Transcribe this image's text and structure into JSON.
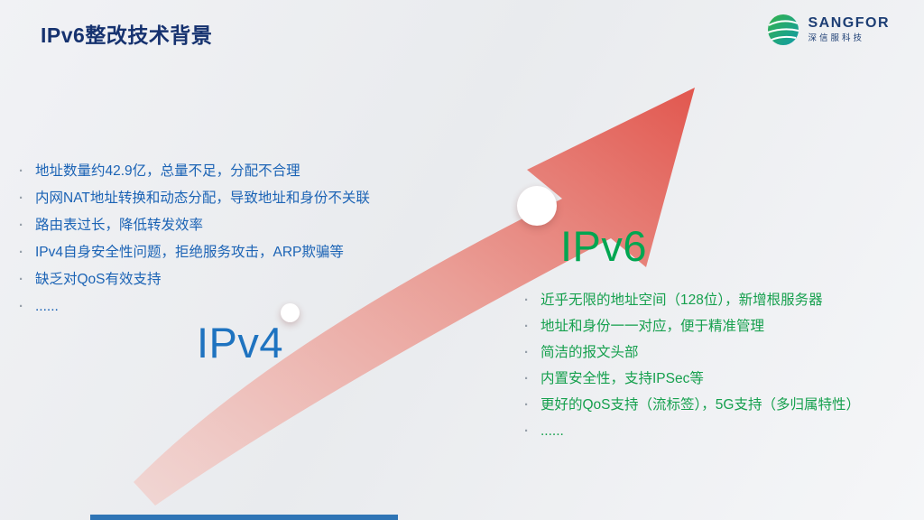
{
  "slide": {
    "title": "IPv6整改技术背景",
    "logo": {
      "brand": "SANGFOR",
      "company": "深信服科技"
    },
    "ipv4": {
      "label": "IPv4",
      "items": [
        "地址数量约42.9亿，总量不足，分配不合理",
        "内网NAT地址转换和动态分配，导致地址和身份不关联",
        "路由表过长，降低转发效率",
        "IPv4自身安全性问题，拒绝服务攻击，ARP欺骗等",
        "缺乏对QoS有效支持",
        "......"
      ]
    },
    "ipv6": {
      "label": "IPv6",
      "items": [
        "近乎无限的地址空间（128位），新增根服务器",
        "地址和身份一一对应，便于精准管理",
        "简洁的报文头部",
        "内置安全性，支持IPSec等",
        "更好的QoS支持（流标签），5G支持（多归属特性）",
        "......"
      ]
    },
    "colors": {
      "title_text": "#16326F",
      "ipv4_text": "#1E73C0",
      "ipv6_text": "#00A651",
      "arrow_tail": "#F3CDC8",
      "arrow_head": "#E14F46",
      "footer_bar": "#2E74B5",
      "logo_green": "#35B34A",
      "logo_teal": "#0F9BA8"
    }
  }
}
